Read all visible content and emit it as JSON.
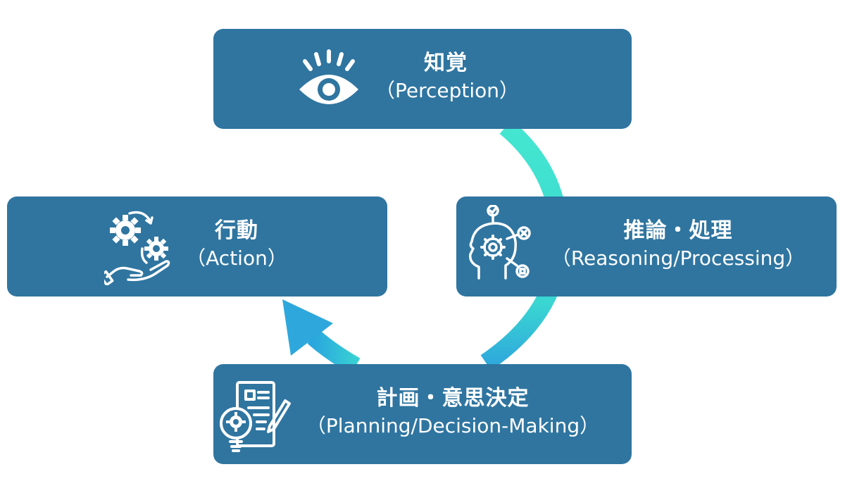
{
  "nodes": {
    "perception": {
      "jp": "知覚",
      "en": "（Perception）",
      "icon": "eye-icon"
    },
    "reasoning": {
      "jp": "推論・処理",
      "en": "（Reasoning/Processing）",
      "icon": "head-gear-icon"
    },
    "planning": {
      "jp": "計画・意思決定",
      "en": "（Planning/Decision-Making）",
      "icon": "document-bulb-icon"
    },
    "action": {
      "jp": "行動",
      "en": "（Action）",
      "icon": "gears-hand-icon"
    }
  },
  "colors": {
    "box": "#2f75a0",
    "arc_start": "#3fe0cc",
    "arc_end": "#2fa8dc",
    "text": "#ffffff"
  }
}
